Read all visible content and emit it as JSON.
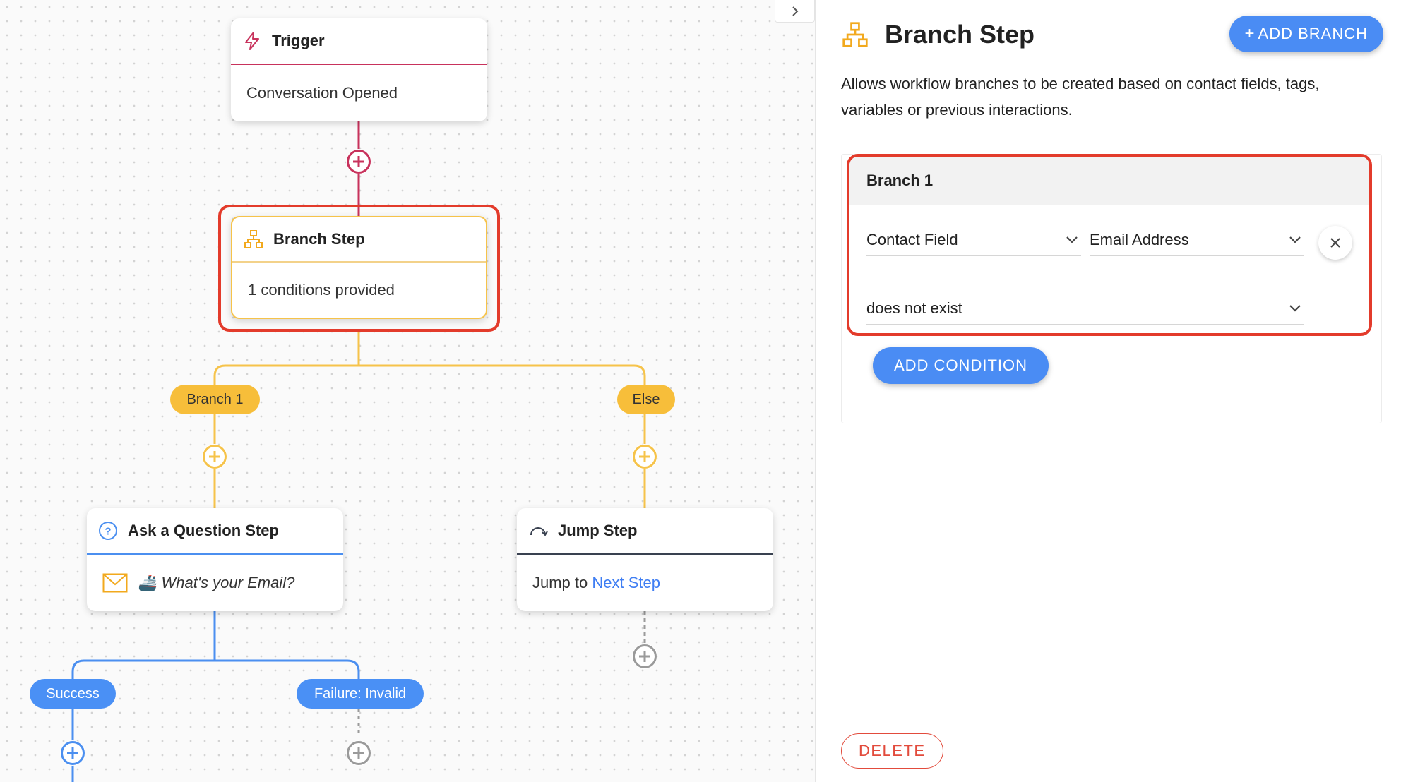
{
  "canvas": {
    "trigger_node": {
      "title": "Trigger",
      "body": "Conversation Opened",
      "icon": "lightning-icon"
    },
    "branch_node": {
      "title": "Branch Step",
      "body": "1 conditions provided",
      "icon": "branch-icon"
    },
    "branch_labels": {
      "branch1": "Branch 1",
      "else": "Else"
    },
    "ask_node": {
      "title": "Ask a Question Step",
      "body": "🚢 What's your Email?",
      "icon": "question-icon"
    },
    "jump_node": {
      "title": "Jump Step",
      "body_prefix": "Jump to",
      "link_text": "Next Step",
      "icon": "jump-icon"
    },
    "outcome_labels": {
      "success": "Success",
      "failure": "Failure: Invalid"
    }
  },
  "panel": {
    "title": "Branch Step",
    "add_branch_label": "ADD BRANCH",
    "add_branch_plus": "+",
    "description": "Allows workflow branches to be created based on contact fields, tags, variables or previous interactions.",
    "branches": [
      {
        "name": "Branch 1",
        "conditions": [
          {
            "type": "Contact Field",
            "field": "Email Address",
            "operator": "does not exist"
          }
        ]
      }
    ],
    "add_condition_label": "ADD CONDITION",
    "delete_label": "DELETE"
  },
  "colors": {
    "trigger": "#c8325c",
    "branch": "#f6c34a",
    "ask": "#4b8ff0",
    "jump": "#394150",
    "highlight": "#e33b2b",
    "primary_button": "#4a8cf4",
    "delete": "#e24b3c"
  }
}
